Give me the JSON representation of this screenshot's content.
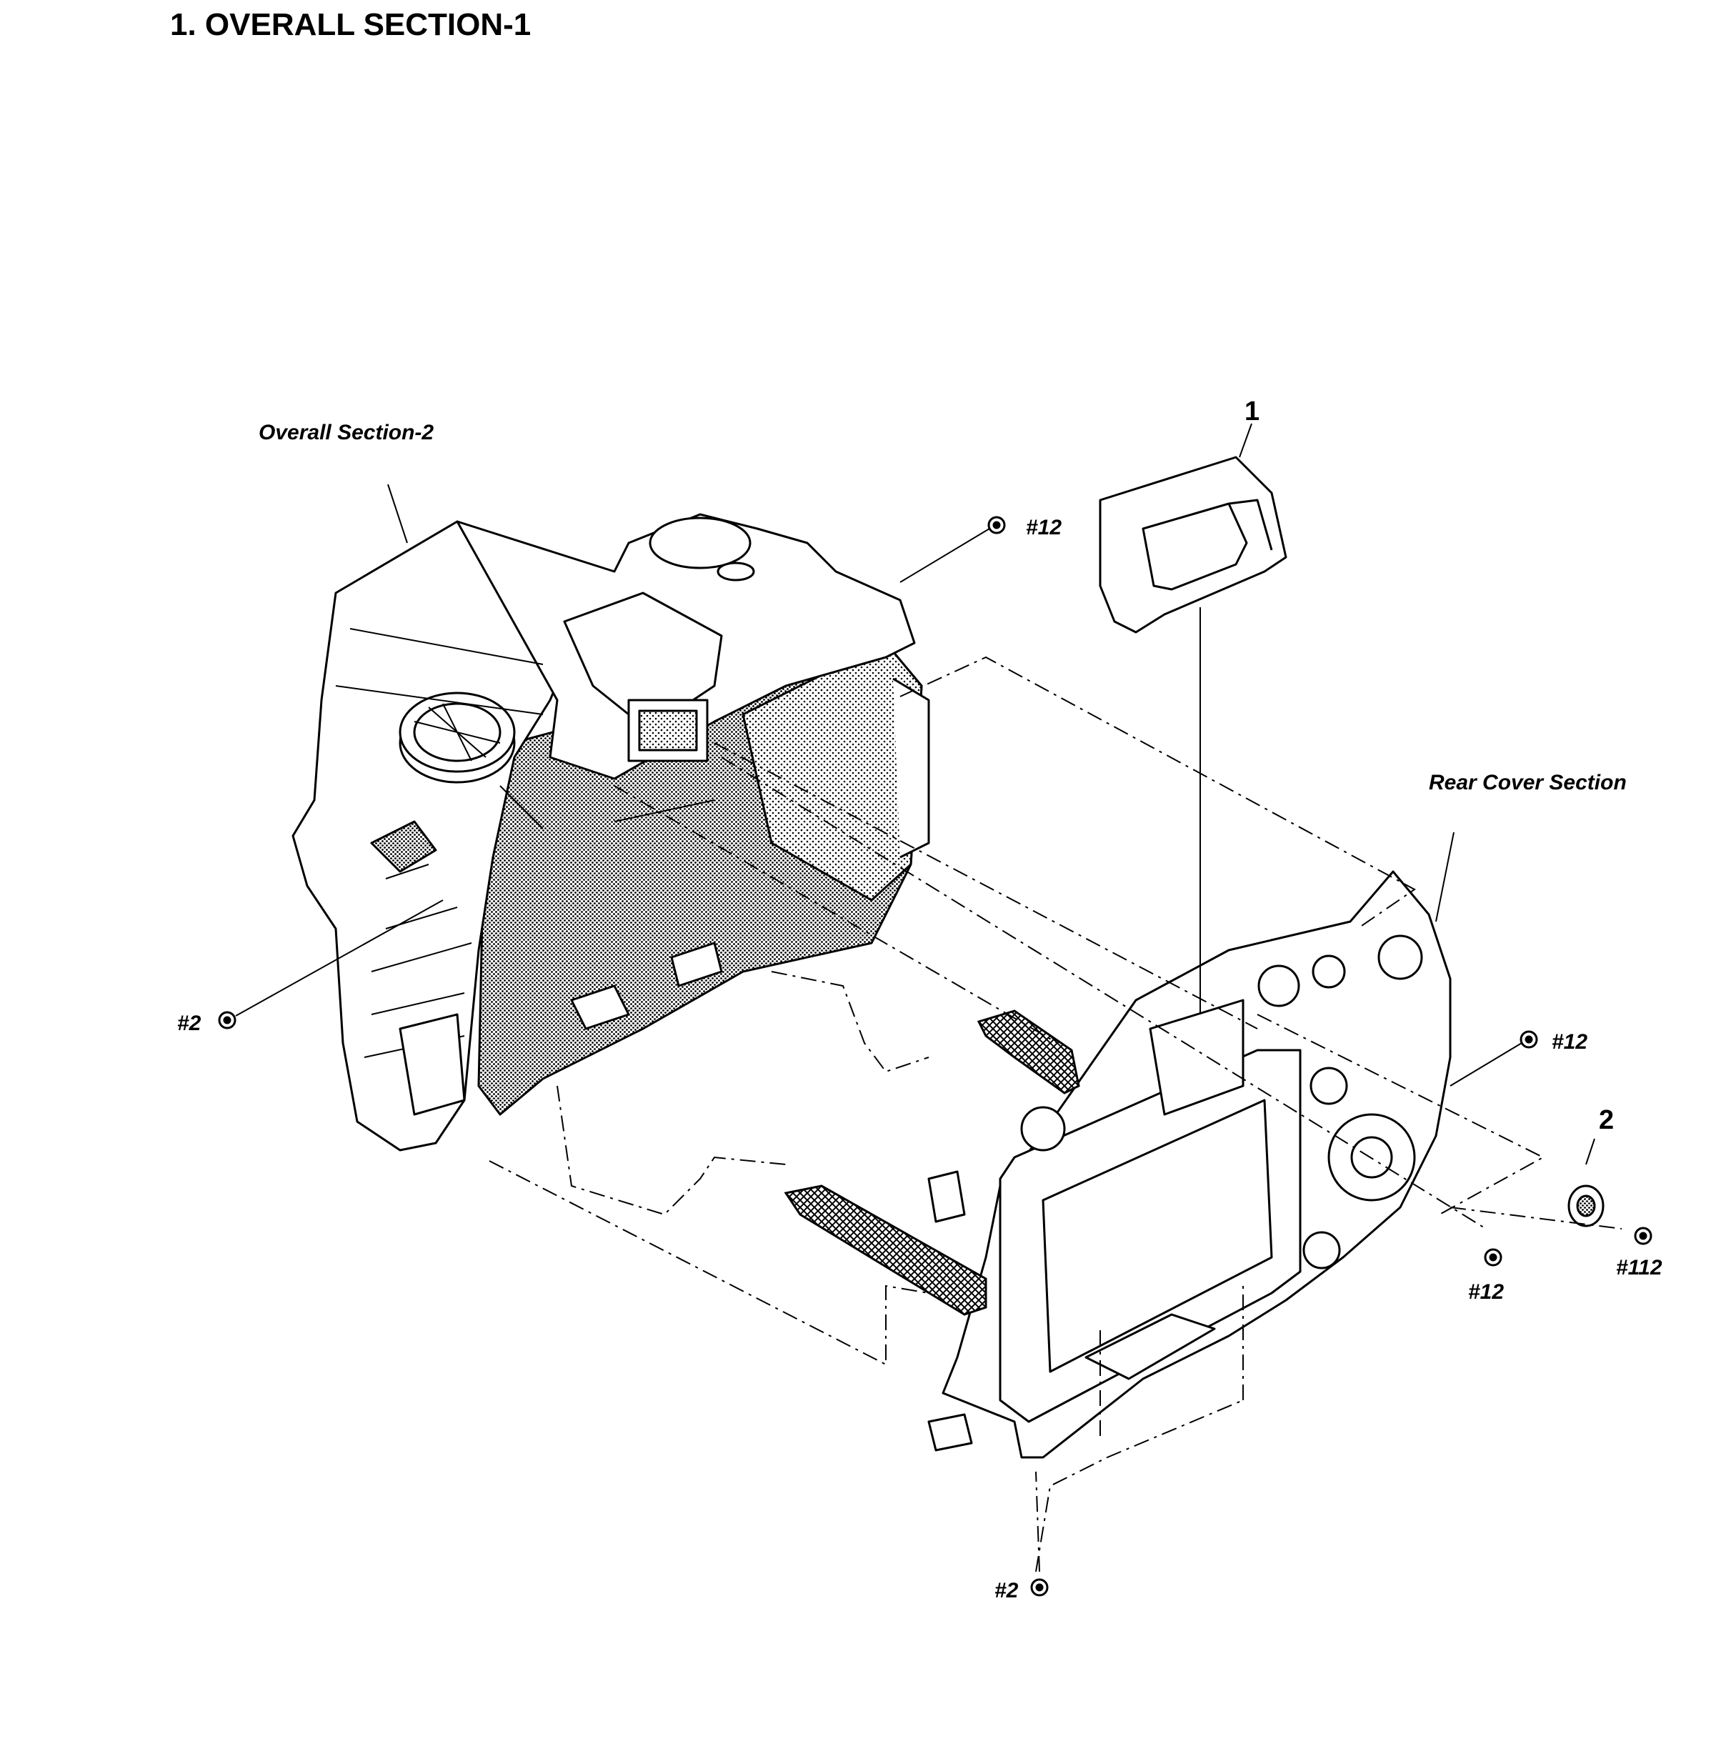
{
  "title": "1. OVERALL SECTION-1",
  "callouts": {
    "overall_section_2": "Overall Section-2",
    "rear_cover_section": "Rear Cover Section",
    "part_1": "1",
    "part_2": "2"
  },
  "screws": {
    "top_center": "#12",
    "left": "#2",
    "right_upper": "#12",
    "right_lower": "#12",
    "right_far": "#112",
    "bottom": "#2"
  }
}
